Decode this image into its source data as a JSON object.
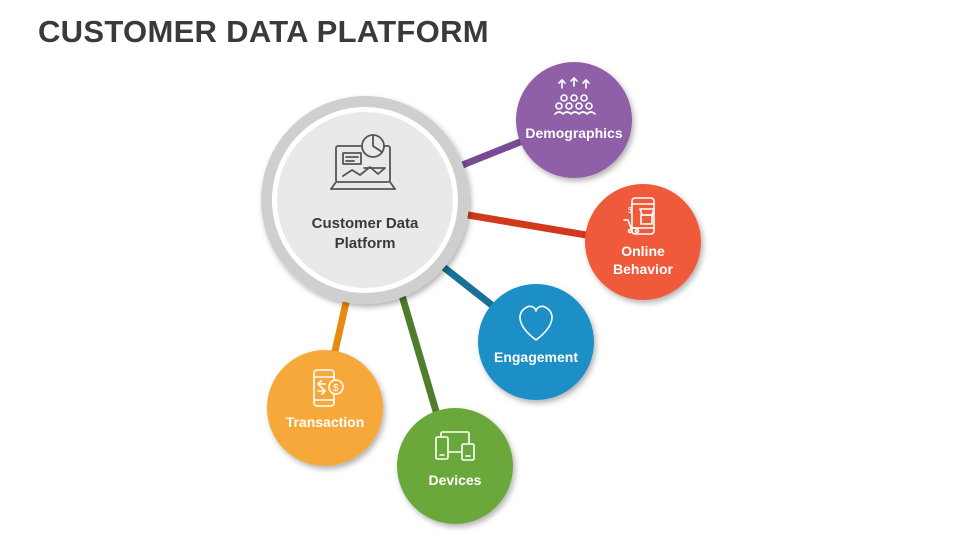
{
  "title": "CUSTOMER DATA PLATFORM",
  "center": {
    "label_line1": "Customer Data",
    "label_line2": "Platform",
    "icon": "laptop-analytics-icon"
  },
  "nodes": [
    {
      "id": "demographics",
      "label_line1": "Demographics",
      "label_line2": "",
      "color": "#8f5fa8",
      "icon": "people-group-icon"
    },
    {
      "id": "online-behavior",
      "label_line1": "Online",
      "label_line2": "Behavior",
      "color": "#ef5a3a",
      "icon": "mobile-shopping-icon"
    },
    {
      "id": "engagement",
      "label_line1": "Engagement",
      "label_line2": "",
      "color": "#1a8fc6",
      "icon": "heart-icon"
    },
    {
      "id": "devices",
      "label_line1": "Devices",
      "label_line2": "",
      "color": "#6aa83a",
      "icon": "devices-icon"
    },
    {
      "id": "transaction",
      "label_line1": "Transaction",
      "label_line2": "",
      "color": "#f7a83a",
      "icon": "mobile-payment-icon"
    }
  ],
  "connector_colors": {
    "demographics": "#7a4a94",
    "online-behavior": "#d0391c",
    "engagement": "#1a6f94",
    "devices": "#4e7d2c",
    "transaction": "#e88a10"
  }
}
